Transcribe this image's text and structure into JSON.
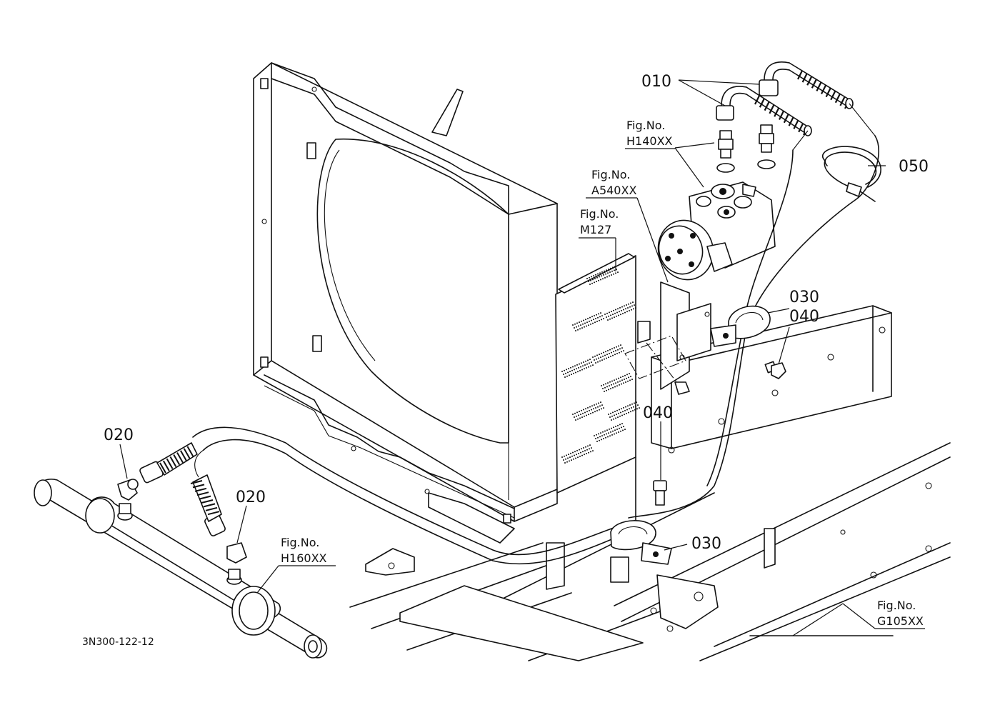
{
  "drawing_code": "3N300-122-12",
  "callouts": {
    "p010": "010",
    "p020_left": "020",
    "p020_right": "020",
    "p030_upper": "030",
    "p030_lower": "030",
    "p040_upper": "040",
    "p040_lower": "040",
    "p050": "050"
  },
  "fig_refs": {
    "h140": {
      "label": "Fig.No.",
      "number": "H140XX"
    },
    "a540": {
      "label": "Fig.No.",
      "number": "A540XX"
    },
    "m127": {
      "label": "Fig.No.",
      "number": "M127"
    },
    "h160": {
      "label": "Fig.No.",
      "number": "H160XX"
    },
    "g105": {
      "label": "Fig.No.",
      "number": "G105XX"
    }
  }
}
